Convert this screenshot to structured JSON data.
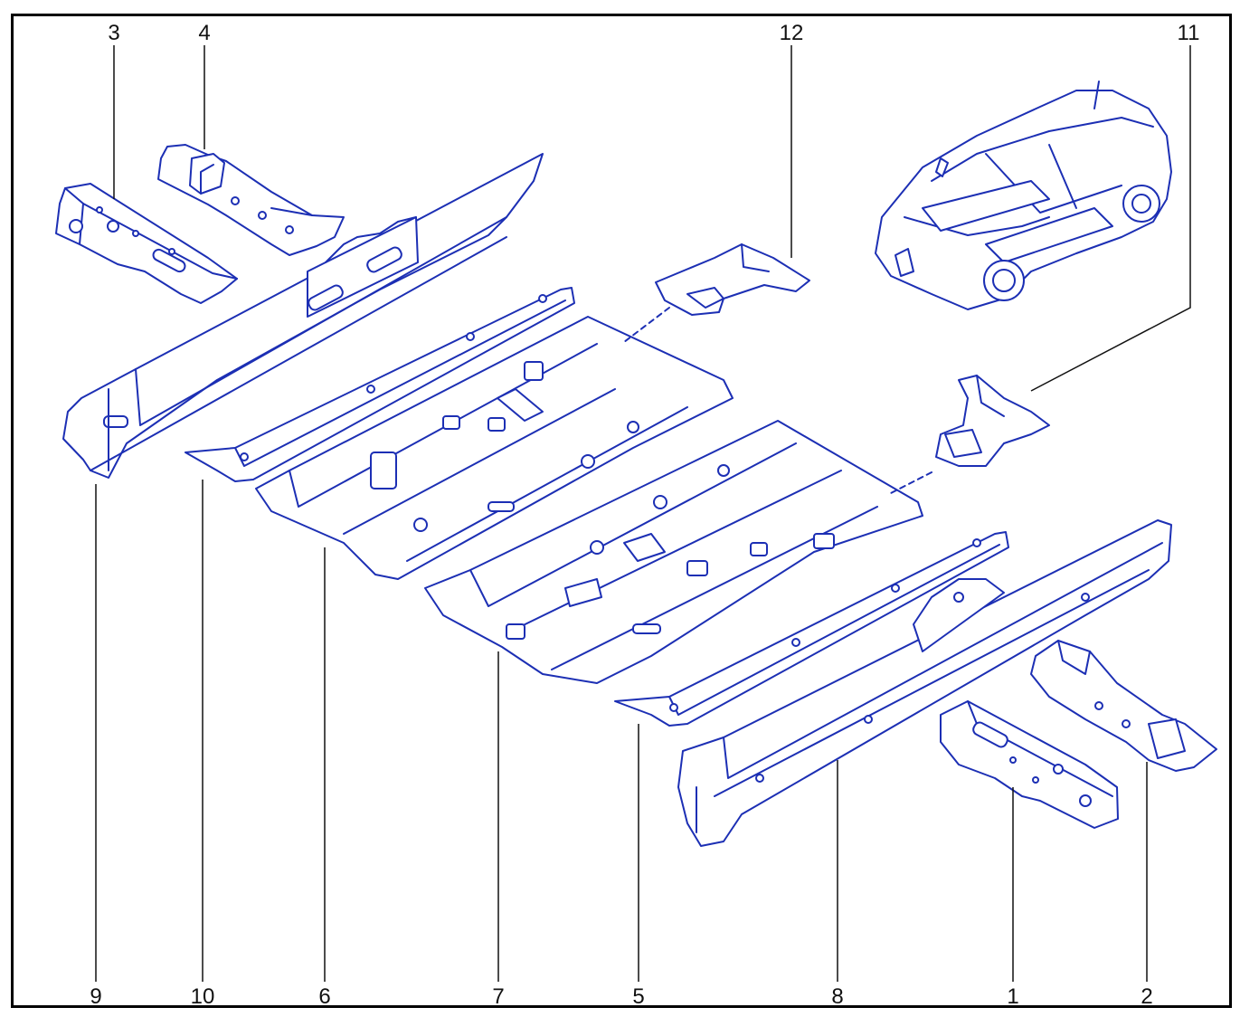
{
  "colors": {
    "line": "#1c2fb4",
    "fill": "#ffffff",
    "leader": "#111111",
    "frame": "#000000"
  },
  "labels": {
    "top": [
      "3",
      "4",
      "12",
      "11"
    ],
    "bottom": [
      "9",
      "10",
      "6",
      "7",
      "5",
      "8",
      "1",
      "2"
    ]
  }
}
